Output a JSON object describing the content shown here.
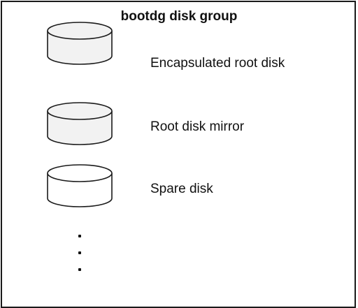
{
  "diagram": {
    "title": "bootdg disk group",
    "disks": [
      {
        "label": "Encapsulated root disk",
        "fill": "#f2f2f2"
      },
      {
        "label": "Root disk mirror",
        "fill": "#f2f2f2"
      },
      {
        "label": "Spare disk",
        "fill": "#ffffff"
      }
    ],
    "continuation": "vertical-ellipsis"
  },
  "colors": {
    "stroke": "#1a1a1a",
    "text": "#111111"
  }
}
